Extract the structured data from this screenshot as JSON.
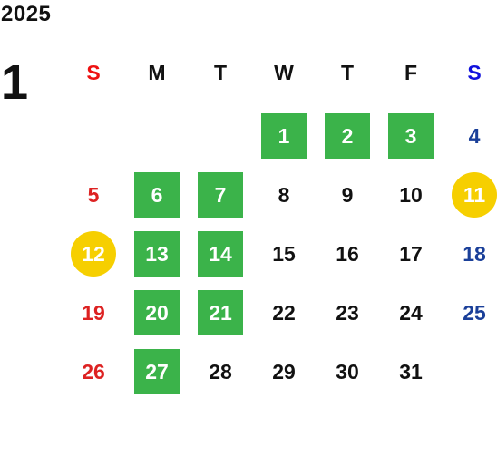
{
  "calendar": {
    "year": "2025",
    "month": "1",
    "weekdays": [
      {
        "label": "S",
        "color": "#ee1111"
      },
      {
        "label": "M",
        "color": "#111111"
      },
      {
        "label": "T",
        "color": "#111111"
      },
      {
        "label": "W",
        "color": "#111111"
      },
      {
        "label": "T",
        "color": "#111111"
      },
      {
        "label": "F",
        "color": "#111111"
      },
      {
        "label": "S",
        "color": "#1111dd"
      }
    ],
    "colors": {
      "sunday": "#dd2222",
      "saturday": "#1a3f99",
      "weekday": "#111111",
      "closed_green": "#3bb34a",
      "holiday_yellow": "#f6cf00"
    },
    "weeks": [
      [
        null,
        null,
        null,
        {
          "day": "1",
          "mark": "green"
        },
        {
          "day": "2",
          "mark": "green"
        },
        {
          "day": "3",
          "mark": "green"
        },
        {
          "day": "4",
          "mark": "none"
        }
      ],
      [
        {
          "day": "5",
          "mark": "none"
        },
        {
          "day": "6",
          "mark": "green"
        },
        {
          "day": "7",
          "mark": "green"
        },
        {
          "day": "8",
          "mark": "none"
        },
        {
          "day": "9",
          "mark": "none"
        },
        {
          "day": "10",
          "mark": "none"
        },
        {
          "day": "11",
          "mark": "yellow"
        }
      ],
      [
        {
          "day": "12",
          "mark": "yellow"
        },
        {
          "day": "13",
          "mark": "green"
        },
        {
          "day": "14",
          "mark": "green"
        },
        {
          "day": "15",
          "mark": "none"
        },
        {
          "day": "16",
          "mark": "none"
        },
        {
          "day": "17",
          "mark": "none"
        },
        {
          "day": "18",
          "mark": "none"
        }
      ],
      [
        {
          "day": "19",
          "mark": "none"
        },
        {
          "day": "20",
          "mark": "green"
        },
        {
          "day": "21",
          "mark": "green"
        },
        {
          "day": "22",
          "mark": "none"
        },
        {
          "day": "23",
          "mark": "none"
        },
        {
          "day": "24",
          "mark": "none"
        },
        {
          "day": "25",
          "mark": "none"
        }
      ],
      [
        {
          "day": "26",
          "mark": "none"
        },
        {
          "day": "27",
          "mark": "green"
        },
        {
          "day": "28",
          "mark": "none"
        },
        {
          "day": "29",
          "mark": "none"
        },
        {
          "day": "30",
          "mark": "none"
        },
        {
          "day": "31",
          "mark": "none"
        },
        null
      ]
    ]
  }
}
